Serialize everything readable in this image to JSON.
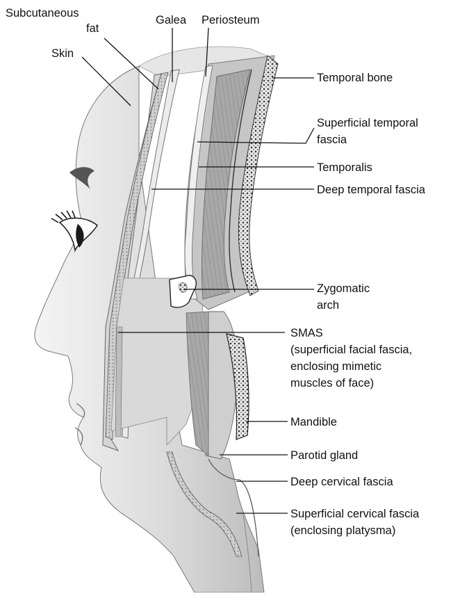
{
  "labels": {
    "subcutaneous_fat": [
      "Subcutaneous",
      "fat"
    ],
    "galea": "Galea",
    "periosteum": "Periosteum",
    "skin": "Skin",
    "temporal_bone": "Temporal bone",
    "superficial_temporal_fascia": [
      "Superficial temporal",
      "fascia"
    ],
    "temporalis": "Temporalis",
    "deep_temporal_fascia": "Deep temporal fascia",
    "zygomatic_arch": [
      "Zygomatic",
      "arch"
    ],
    "smas": [
      "SMAS",
      "(superficial facial fascia,",
      "enclosing mimetic",
      "muscles of face)"
    ],
    "mandible": "Mandible",
    "parotid_gland": "Parotid gland",
    "deep_cervical_fascia": "Deep cervical fascia",
    "superficial_cervical_fascia": [
      "Superficial cervical fascia",
      "(enclosing platysma)"
    ]
  }
}
